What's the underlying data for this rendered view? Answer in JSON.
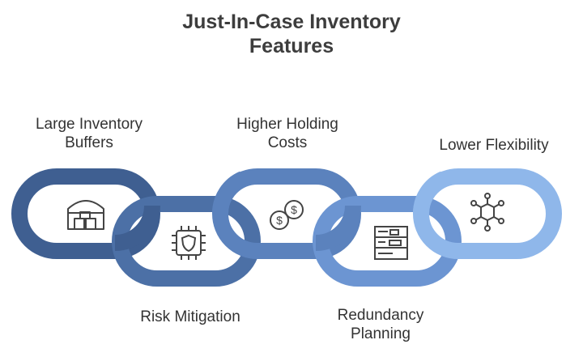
{
  "title": {
    "line1": "Just-In-Case Inventory",
    "line2": "Features"
  },
  "features": [
    {
      "line1": "Large Inventory",
      "line2": "Buffers",
      "icon": "warehouse-icon",
      "color": "#3f5f91"
    },
    {
      "line1": "Risk Mitigation",
      "line2": "",
      "icon": "chip-shield-icon",
      "color": "#4c70a6"
    },
    {
      "line1": "Higher Holding",
      "line2": "Costs",
      "icon": "coins-icon",
      "color": "#5b82bd"
    },
    {
      "line1": "Redundancy",
      "line2": "Planning",
      "icon": "shelf-icon",
      "color": "#6c95d2"
    },
    {
      "line1": "Lower Flexibility",
      "line2": "",
      "icon": "network-icon",
      "color": "#8fb7ea"
    }
  ]
}
